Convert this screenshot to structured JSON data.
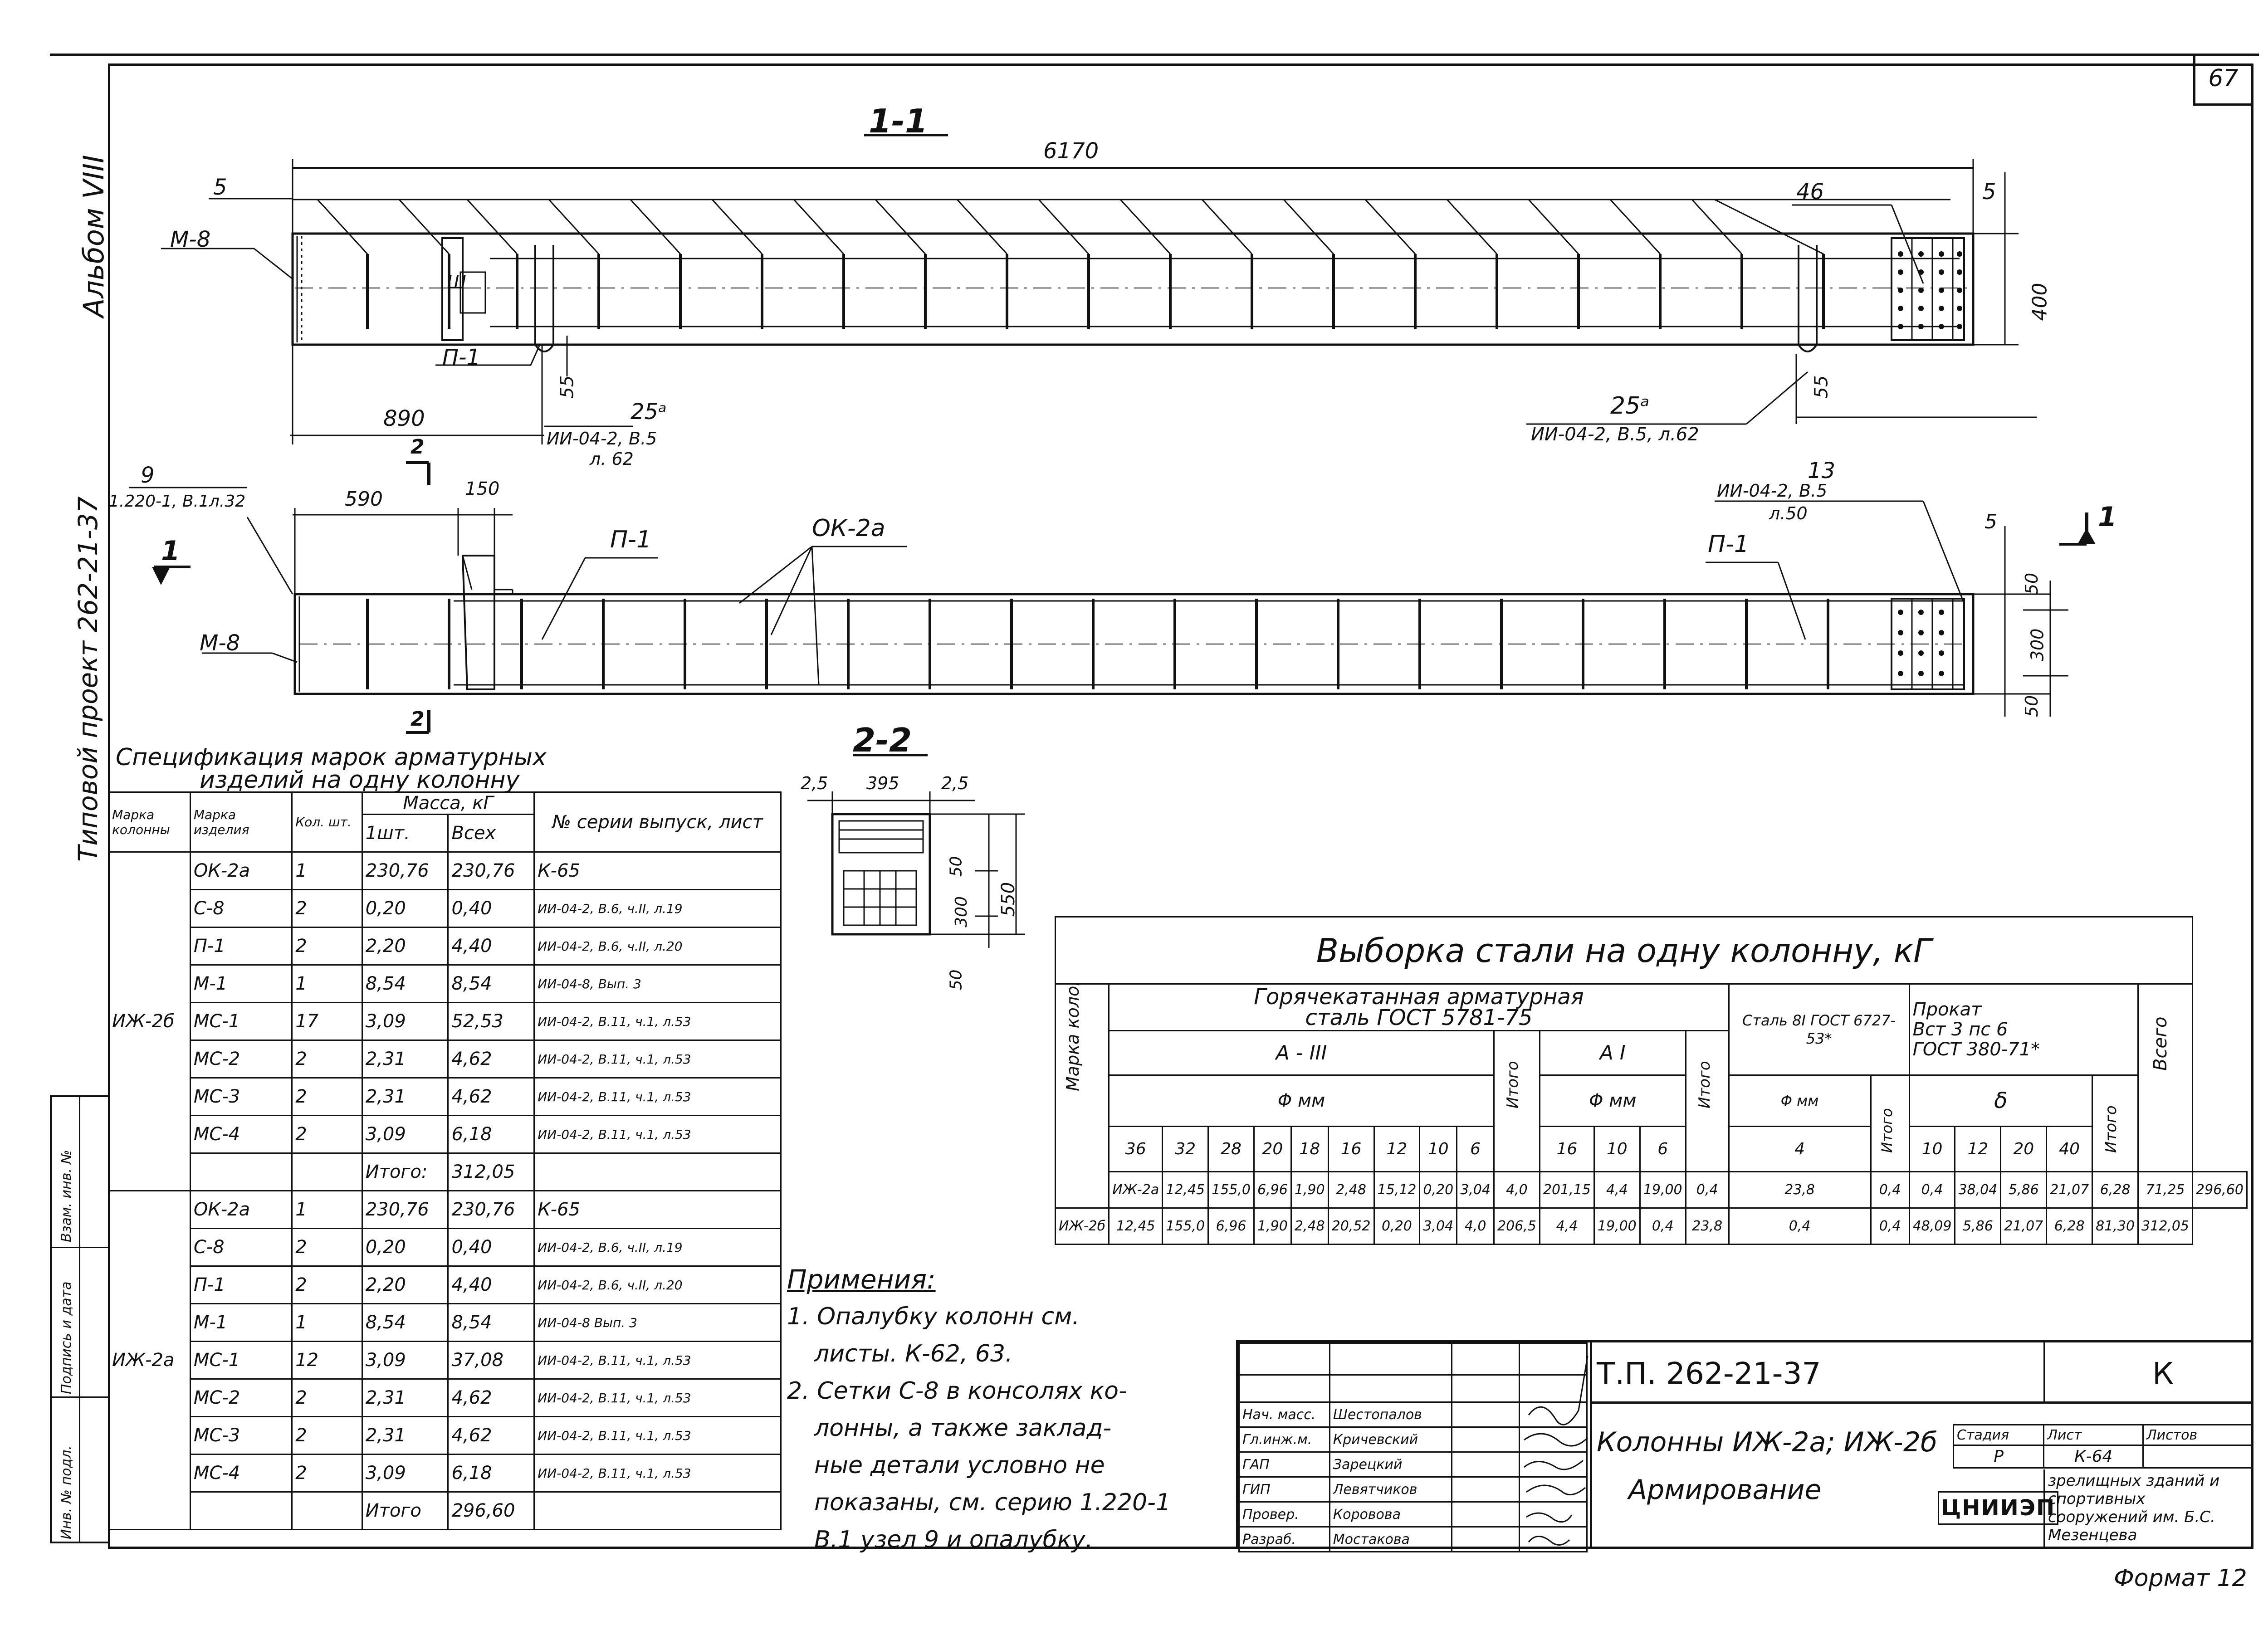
{
  "sheet": {
    "number": "67",
    "format": "Формат 12"
  },
  "side": {
    "album": "Альбом VIII",
    "project": "Типовой проект 262-21-37"
  },
  "stamp_cells": [
    "Инв. № подл.",
    "Подпись и дата",
    "Взам. инв. №"
  ],
  "sections": {
    "s11": "1-1",
    "s22": "2-2"
  },
  "drawing_labels": {
    "d6170": "6170",
    "d5": "5",
    "d46": "46",
    "m8a": "М-8",
    "d400": "400",
    "p1a": "П-1",
    "d55a": "55",
    "d55b": "55",
    "d890": "890",
    "d25a": "25ᵃ",
    "ref25a": "ИИ-04-2, В.5",
    "ref25a_l": "л. 62",
    "d25b": "25ᵃ",
    "ref25b": "ИИ-04-2, В.5, л.62",
    "d13": "13",
    "ref13": "ИИ-04-2, В.5",
    "ref13_l": "л.50",
    "d9": "9",
    "ref9": "1.220-1, В.1л.32",
    "d590": "590",
    "d150": "150",
    "cut2a": "2",
    "p1b": "П-1",
    "ok2a": "ОК-2а",
    "p1c": "П-1",
    "cut1a": "1",
    "cut1b": "1",
    "m8b": "М-8",
    "cut2b": "2",
    "d5b": "5",
    "d50a": "50",
    "d300a": "300",
    "d50b": "50",
    "s_25a": "2,5",
    "s_395": "395",
    "s_25b": "2,5",
    "s_50a": "50",
    "s_300": "300",
    "s_550": "550",
    "s_50b": "50",
    "beam_mark": "Ш"
  },
  "spec": {
    "title1": "Спецификация марок арматурных",
    "title2": "изделий на одну колонну",
    "headers": {
      "col_mark": "Марка колонны",
      "item_mark": "Марка изделия",
      "qty": "Кол. шт.",
      "mass": "Масса, кГ",
      "one": "1шт.",
      "all": "Всех",
      "series": "№ серии выпуск, лист"
    },
    "groups": [
      {
        "column": "ИЖ-2б",
        "rows": [
          [
            "ОК-2а",
            "1",
            "230,76",
            "230,76",
            "К-65"
          ],
          [
            "С-8",
            "2",
            "0,20",
            "0,40",
            "ИИ-04-2, В.6, ч.II, л.19"
          ],
          [
            "П-1",
            "2",
            "2,20",
            "4,40",
            "ИИ-04-2, В.6, ч.II, л.20"
          ],
          [
            "М-1",
            "1",
            "8,54",
            "8,54",
            "ИИ-04-8, Вып. 3"
          ],
          [
            "МС-1",
            "17",
            "3,09",
            "52,53",
            "ИИ-04-2, В.11, ч.1, л.53"
          ],
          [
            "МС-2",
            "2",
            "2,31",
            "4,62",
            "ИИ-04-2, В.11, ч.1, л.53"
          ],
          [
            "МС-3",
            "2",
            "2,31",
            "4,62",
            "ИИ-04-2, В.11, ч.1, л.53"
          ],
          [
            "МС-4",
            "2",
            "3,09",
            "6,18",
            "ИИ-04-2, В.11, ч.1, л.53"
          ]
        ],
        "total_label": "Итого:",
        "total": "312,05"
      },
      {
        "column": "ИЖ-2а",
        "rows": [
          [
            "ОК-2а",
            "1",
            "230,76",
            "230,76",
            "К-65"
          ],
          [
            "С-8",
            "2",
            "0,20",
            "0,40",
            "ИИ-04-2, В.6, ч.II, л.19"
          ],
          [
            "П-1",
            "2",
            "2,20",
            "4,40",
            "ИИ-04-2, В.6, ч.II, л.20"
          ],
          [
            "М-1",
            "1",
            "8,54",
            "8,54",
            "ИИ-04-8 Вып. 3"
          ],
          [
            "МС-1",
            "12",
            "3,09",
            "37,08",
            "ИИ-04-2, В.11, ч.1, л.53"
          ],
          [
            "МС-2",
            "2",
            "2,31",
            "4,62",
            "ИИ-04-2, В.11, ч.1, л.53"
          ],
          [
            "МС-3",
            "2",
            "2,31",
            "4,62",
            "ИИ-04-2, В.11, ч.1, л.53"
          ],
          [
            "МС-4",
            "2",
            "3,09",
            "6,18",
            "ИИ-04-2, В.11, ч.1, л.53"
          ]
        ],
        "total_label": "Итого",
        "total": "296,60"
      }
    ]
  },
  "vyborka": {
    "title": "Выборка стали на одну колонну, кГ",
    "col_mark": "Марка колонны",
    "hot1": "Горячекатанная арматурная",
    "hot2": "сталь ГОСТ 5781-75",
    "a3": "А - III",
    "a1": "А I",
    "phi": "Φ мм",
    "total": "Итого",
    "steel8": "Сталь 8I ГОСТ 6727-53*",
    "phi4": "Φ мм",
    "prokat1": "Прокат",
    "prokat2": "Вст 3 пс 6",
    "prokat3": "ГОСТ 380-71*",
    "delta": "δ",
    "grand": "Всего",
    "dia_a3": [
      "36",
      "32",
      "28",
      "20",
      "18",
      "16",
      "12",
      "10",
      "6"
    ],
    "dia_a1": [
      "16",
      "10",
      "6"
    ],
    "dia_steel": [
      "4"
    ],
    "dia_prokat": [
      "10",
      "12",
      "20",
      "40"
    ],
    "rows": [
      [
        "ИЖ-2а",
        "12,45",
        "155,0",
        "6,96",
        "1,90",
        "2,48",
        "15,12",
        "0,20",
        "3,04",
        "4,0",
        "201,15",
        "4,4",
        "19,00",
        "0,4",
        "23,8",
        "0,4",
        "0,4",
        "38,04",
        "5,86",
        "21,07",
        "6,28",
        "71,25",
        "296,60"
      ],
      [
        "ИЖ-2б",
        "12,45",
        "155,0",
        "6,96",
        "1,90",
        "2,48",
        "20,52",
        "0,20",
        "3,04",
        "4,0",
        "206,5",
        "4,4",
        "19,00",
        "0,4",
        "23,8",
        "0,4",
        "0,4",
        "48,09",
        "5,86",
        "21,07",
        "6,28",
        "81,30",
        "312,05"
      ]
    ]
  },
  "notes": {
    "title": "Примения:",
    "lines": [
      "1. Опалубку колонн см.",
      "листы. К-62, 63.",
      "2. Сетки С-8 в консолях ко-",
      "лонны, а также заклад-",
      "ные детали условно не",
      "показаны, см. серию 1.220-1",
      "В.1 узел 9 и опалубку."
    ]
  },
  "title_block": {
    "roles": [
      "Нач. масс.",
      "Гл.инж.м.",
      "ГАП",
      "ГИП",
      "Провер.",
      "Разраб."
    ],
    "names": [
      "Шестопалов",
      "Кричевский",
      "Зарецкий",
      "Левятчиков",
      "Коровова",
      "Мостакова"
    ],
    "project": "Т.П. 262-21-37",
    "letter": "К",
    "title": "Колонны ИЖ-2а; ИЖ-2б",
    "subtitle": "Армирование",
    "stage_h": "Стадия",
    "sheet_h": "Лист",
    "sheets_h": "Листов",
    "stage": "Р",
    "sheet": "К-64",
    "sheets": "",
    "org_logo": "ЦНИИЭП",
    "org": "зрелищных зданий и спортивных сооружений им. Б.С. Мезенцева"
  }
}
